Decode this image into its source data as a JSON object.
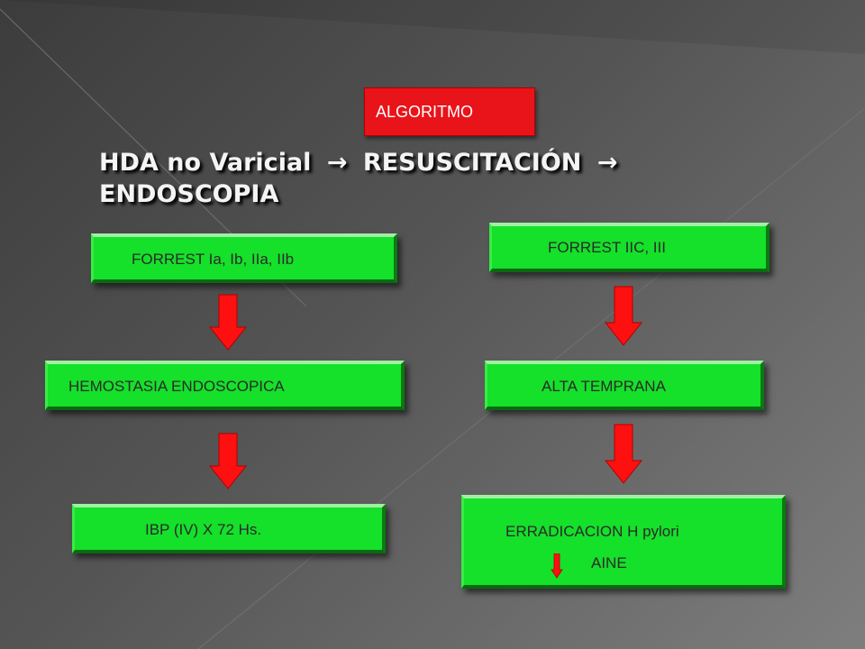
{
  "badge": {
    "label": "ALGORITMO"
  },
  "title": {
    "part1": "HDA no Varicial",
    "part2": "RESUSCITACIÓN",
    "part3": "ENDOSCOPIA",
    "arrow_glyph": "→"
  },
  "flow": {
    "left": {
      "box1": "FORREST Ia, Ib, IIa, IIb",
      "box2": "HEMOSTASIA ENDOSCOPICA",
      "box3": "IBP (IV) X 72 Hs."
    },
    "right": {
      "box1": "FORREST IIC, III",
      "box2": "ALTA TEMPRANA",
      "box3_line1": "ERRADICACION H pylori",
      "box3_line2": "AINE"
    }
  },
  "colors": {
    "box_fill": "#15e02a",
    "arrow_fill": "#ff1010",
    "badge_fill": "#e8141a",
    "background": "#555555"
  }
}
